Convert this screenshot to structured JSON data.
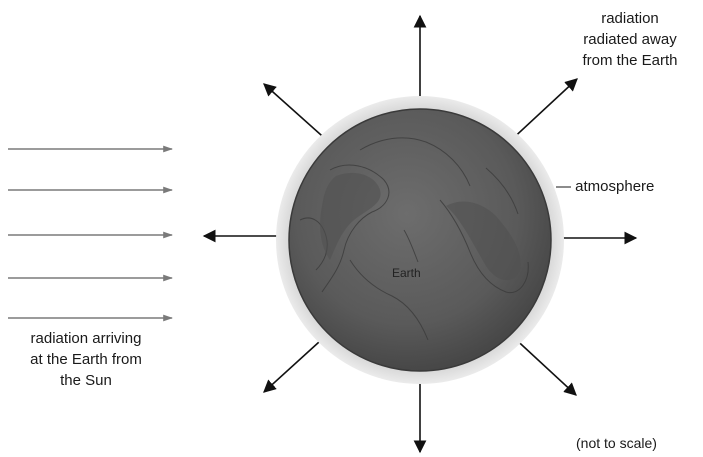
{
  "labels": {
    "radiated_lines": [
      "radiation",
      "radiated away",
      "from the Earth"
    ],
    "arriving_lines": [
      "radiation arriving",
      "at the Earth from",
      "the Sun"
    ],
    "atmosphere": "atmosphere",
    "earth": "Earth",
    "scale_note": "(not to scale)"
  },
  "colors": {
    "earth_fill": "#5f5f5f",
    "atmosphere_fill": "#c8c8c8",
    "arrow": "#111111",
    "incoming_ray": "#7a7a7a"
  }
}
